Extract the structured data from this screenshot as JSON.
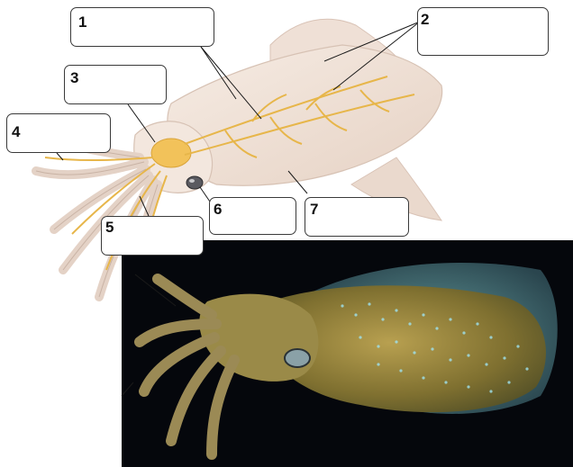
{
  "labels": [
    {
      "id": "label-1",
      "number": "1",
      "answer": ""
    },
    {
      "id": "label-2",
      "number": "2",
      "answer": ""
    },
    {
      "id": "label-3",
      "number": "3",
      "answer": ""
    },
    {
      "id": "label-4",
      "number": "4",
      "answer": ""
    },
    {
      "id": "label-5",
      "number": "5",
      "answer": ""
    },
    {
      "id": "label-6",
      "number": "6",
      "answer": ""
    },
    {
      "id": "label-7",
      "number": "7",
      "answer": ""
    }
  ],
  "colors": {
    "body": "#f3e6dc",
    "nerve": "#e7b64a",
    "ganglion": "#f2c25a",
    "photo_background": "#05070c",
    "squid_skin": "#8a7a3a",
    "spots": "#9fe3f0"
  }
}
